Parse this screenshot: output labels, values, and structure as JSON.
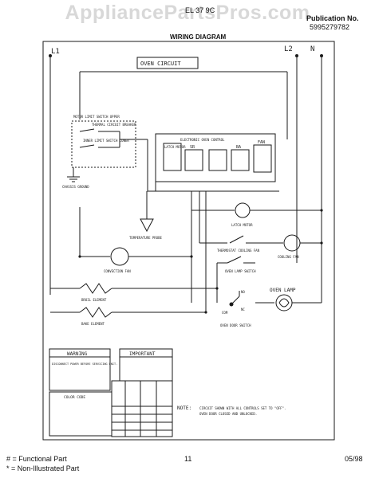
{
  "header": {
    "watermark": "AppliancePartsPros.com",
    "model_fragment": "EL 37 9C",
    "publication_label": "Publication No.",
    "publication_number": "5995279782",
    "diagram_title": "WIRING DIAGRAM"
  },
  "rails": {
    "left": "L1",
    "right": "L2",
    "neutral": "N"
  },
  "circuit": {
    "oven_circuit": "OVEN CIRCUIT",
    "motor_limit_switch": "MOTOR LIMIT SWITCH UPPER",
    "thermal_breaker": "THERMAL CIRCUIT BREAKER",
    "inner_limit_switch": "INNER LIMIT SWITCH LOWER",
    "ground": "CHASSIS GROUND",
    "control": "ELECTRONIC OVEN CONTROL",
    "latch": "LATCH MOTOR",
    "sr": "SR",
    "ba": "BA",
    "fan": "FAN",
    "latch_motor": "LATCH MOTOR",
    "temp_probe": "TEMPERATURE PROBE",
    "thermostat_fan": "THERMOSTAT COOLING FAN",
    "cooling_fan": "COOLING FAN",
    "convection_fan": "CONVECTION FAN",
    "oven_lamp_switch": "OVEN LAMP SWITCH",
    "oven_lamp": "OVEN LAMP",
    "broil": "BROIL ELEMENT",
    "bake": "BAKE ELEMENT",
    "door_switch": "OVEN DOOR SWITCH",
    "com": "COM",
    "no": "NO",
    "nc": "NC"
  },
  "notes": {
    "warning_title": "WARNING",
    "warning_body": "DISCONNECT POWER BEFORE SERVICING UNIT.",
    "important_title": "IMPORTANT",
    "note_label": "NOTE:",
    "note_body_1": "CIRCUIT SHOWN WITH ALL CONTROLS SET TO \"OFF\".",
    "note_body_2": "OVEN DOOR CLOSED AND UNLOCKED.",
    "color_code": "COLOR CODE"
  },
  "footer": {
    "functional": "# = Functional Part",
    "non_illustrated": "* = Non-Illustrated Part",
    "page": "11",
    "date": "05/98"
  },
  "colors": {
    "line": "#1a1a1a",
    "watermark": "#d8d8d8"
  }
}
